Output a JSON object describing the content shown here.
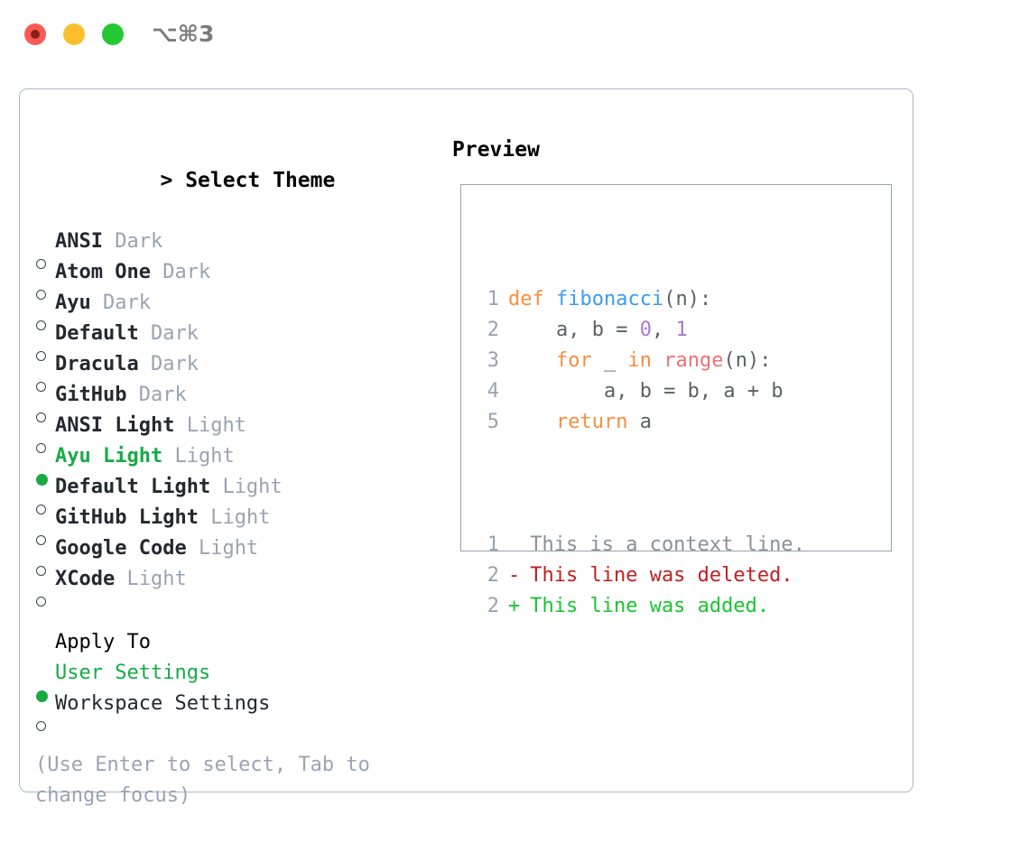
{
  "titlebar": {
    "shortcut": "⌥⌘3",
    "lights": [
      "close-red",
      "minimize-yellow",
      "maximize-green"
    ]
  },
  "theme_panel": {
    "heading_caret": "> ",
    "heading": "Select Theme",
    "items": [
      {
        "bullet": "ring",
        "name": "ANSI",
        "tag": "Dark",
        "selected": false
      },
      {
        "bullet": "ring",
        "name": "Atom One",
        "tag": "Dark",
        "selected": false
      },
      {
        "bullet": "ring",
        "name": "Ayu",
        "tag": "Dark",
        "selected": false
      },
      {
        "bullet": "ring",
        "name": "Default",
        "tag": "Dark",
        "selected": false
      },
      {
        "bullet": "ring",
        "name": "Dracula",
        "tag": "Dark",
        "selected": false
      },
      {
        "bullet": "ring",
        "name": "GitHub",
        "tag": "Dark",
        "selected": false
      },
      {
        "bullet": "ring",
        "name": "ANSI Light",
        "tag": "Light",
        "selected": false
      },
      {
        "bullet": "dot",
        "name": "Ayu Light",
        "tag": "Light",
        "selected": true
      },
      {
        "bullet": "ring",
        "name": "Default Light",
        "tag": "Light",
        "selected": false
      },
      {
        "bullet": "ring",
        "name": "GitHub Light",
        "tag": "Light",
        "selected": false
      },
      {
        "bullet": "ring",
        "name": "Google Code",
        "tag": "Light",
        "selected": false
      },
      {
        "bullet": "ring",
        "name": "XCode",
        "tag": "Light",
        "selected": false
      }
    ]
  },
  "apply_to": {
    "heading": "Apply To",
    "items": [
      {
        "bullet": "dot",
        "label": "User Settings",
        "selected": true
      },
      {
        "bullet": "ring",
        "label": "Workspace Settings",
        "selected": false
      }
    ]
  },
  "hint": "(Use Enter to select, Tab to change focus)",
  "preview": {
    "heading": "Preview",
    "code_lines": [
      {
        "ln": "1",
        "tokens": [
          {
            "t": "def ",
            "c": "kw"
          },
          {
            "t": "fibonacci",
            "c": "fn"
          },
          {
            "t": "(n):",
            "c": "punc"
          }
        ]
      },
      {
        "ln": "2",
        "tokens": [
          {
            "t": "    a, b = ",
            "c": "id"
          },
          {
            "t": "0",
            "c": "num"
          },
          {
            "t": ", ",
            "c": "id"
          },
          {
            "t": "1",
            "c": "num"
          }
        ]
      },
      {
        "ln": "3",
        "tokens": [
          {
            "t": "    ",
            "c": "id"
          },
          {
            "t": "for",
            "c": "kw"
          },
          {
            "t": " _ ",
            "c": "id"
          },
          {
            "t": "in",
            "c": "kw"
          },
          {
            "t": " ",
            "c": "id"
          },
          {
            "t": "range",
            "c": "bi"
          },
          {
            "t": "(n):",
            "c": "punc"
          }
        ]
      },
      {
        "ln": "4",
        "tokens": [
          {
            "t": "        a, b = b, a + b",
            "c": "id"
          }
        ]
      },
      {
        "ln": "5",
        "tokens": [
          {
            "t": "    ",
            "c": "id"
          },
          {
            "t": "return",
            "c": "kw"
          },
          {
            "t": " a",
            "c": "id"
          }
        ]
      }
    ],
    "diff_lines": [
      {
        "ln": "1",
        "sign": " ",
        "text": " This is a context line.",
        "kind": "ctx"
      },
      {
        "ln": "2",
        "sign": "-",
        "text": " This line was deleted.",
        "kind": "del"
      },
      {
        "ln": "2",
        "sign": "+",
        "text": " This line was added.",
        "kind": "add"
      }
    ]
  },
  "colors": {
    "accent_green": "#17ab46",
    "muted": "#9aa3b0",
    "keyword": "#fa8d3e",
    "function": "#3b9cf5",
    "number": "#a37acc",
    "builtin": "#f07171",
    "identifier": "#5c6166",
    "diff_add": "#17c630",
    "diff_del": "#c02020",
    "border": "#aeb7c2"
  }
}
